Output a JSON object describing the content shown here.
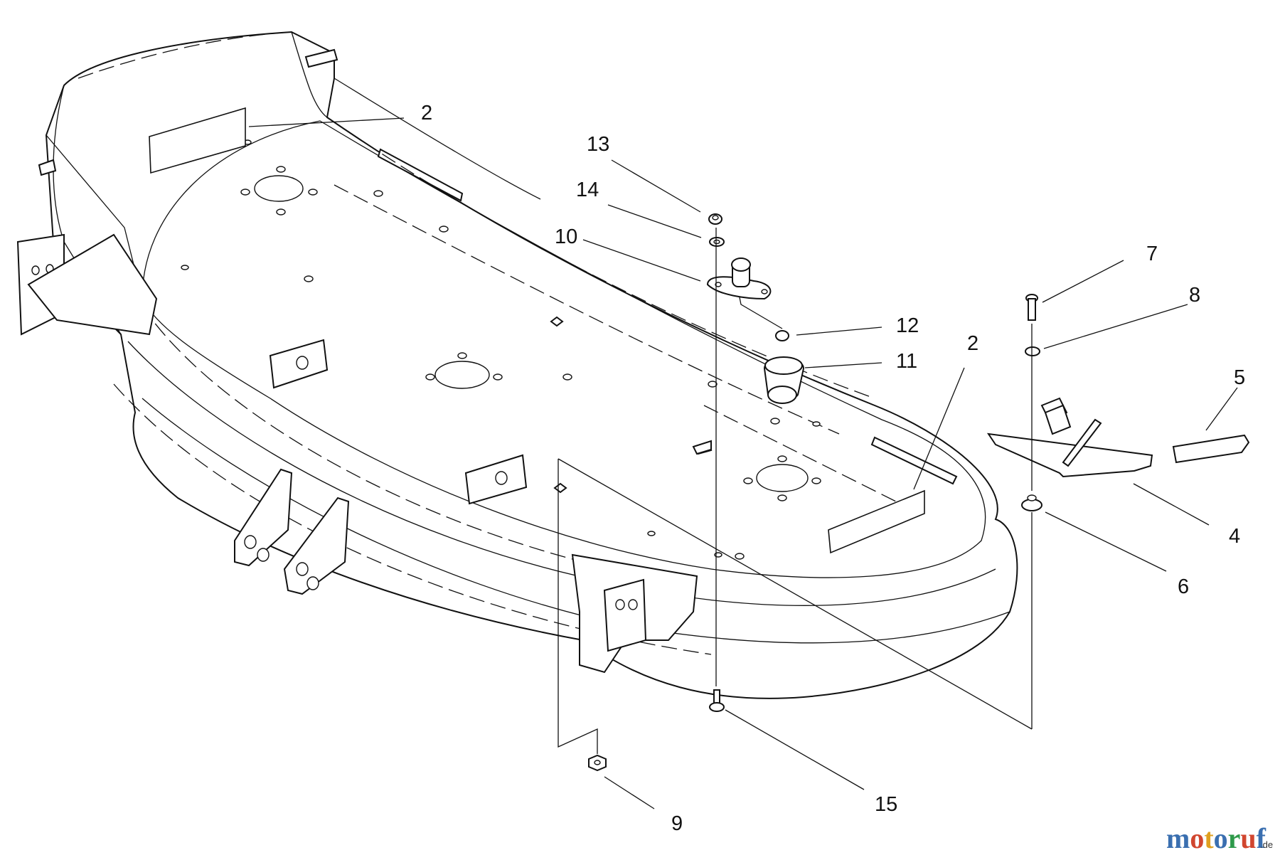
{
  "callouts": [
    {
      "id": "c-2a",
      "label": "2"
    },
    {
      "id": "c-13",
      "label": "13"
    },
    {
      "id": "c-14",
      "label": "14"
    },
    {
      "id": "c-10",
      "label": "10"
    },
    {
      "id": "c-12",
      "label": "12"
    },
    {
      "id": "c-11",
      "label": "11"
    },
    {
      "id": "c-2b",
      "label": "2"
    },
    {
      "id": "c-7",
      "label": "7"
    },
    {
      "id": "c-8",
      "label": "8"
    },
    {
      "id": "c-5",
      "label": "5"
    },
    {
      "id": "c-4",
      "label": "4"
    },
    {
      "id": "c-6",
      "label": "6"
    },
    {
      "id": "c-9",
      "label": "9"
    },
    {
      "id": "c-15",
      "label": "15"
    }
  ],
  "watermark": {
    "brand": "motoruf",
    "tld": ".de",
    "colors": [
      "#3a6fb0",
      "#d1462f",
      "#e0a020",
      "#3a6fb0",
      "#2e9a4a",
      "#d1462f",
      "#3a6fb0"
    ]
  }
}
